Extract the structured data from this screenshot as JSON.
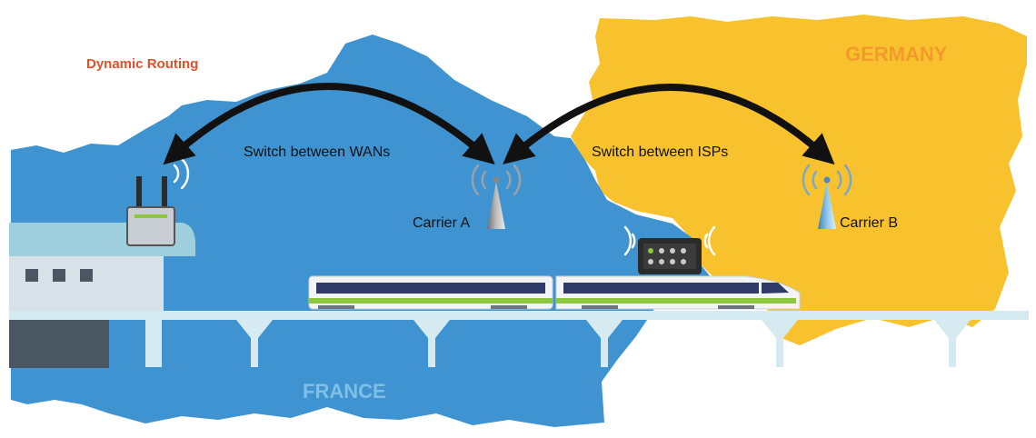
{
  "title": "Dynamic Routing",
  "countries": {
    "germany": "GERMANY",
    "france": "FRANCE"
  },
  "links": {
    "wan_switch": "Switch between WANs",
    "isp_switch": "Switch between ISPs"
  },
  "carriers": {
    "a": "Carrier A",
    "b": "Carrier B"
  },
  "colors": {
    "france": "#3f93d0",
    "germany": "#f8c22e",
    "germany_label": "#f39a2c",
    "france_label": "#7fc0e6",
    "title": "#e0502a",
    "bridge": "#d6eaf2",
    "station_roof": "#9fcfdc"
  },
  "icons": [
    "router-icon",
    "antenna-tower-icon",
    "train-icon",
    "signal-waves-icon",
    "double-arrow-icon"
  ]
}
